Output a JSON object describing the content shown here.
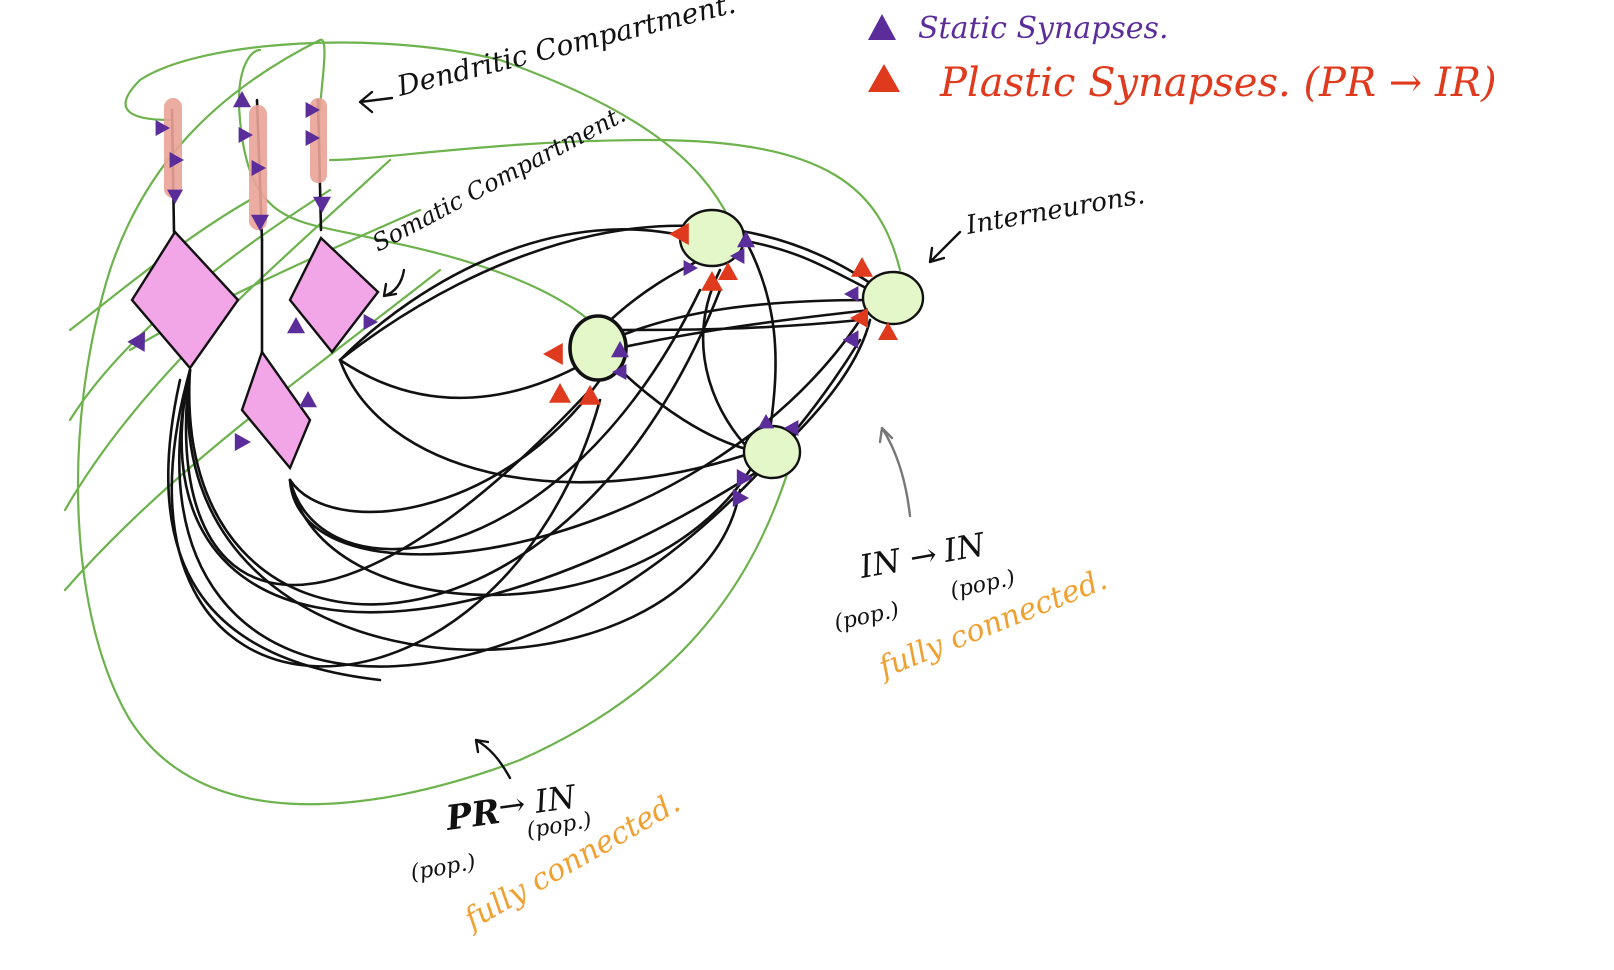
{
  "legend": {
    "static_label": "Static Synapses.",
    "plastic_label": "Plastic Synapses. (PR → IR)",
    "static_color": "#5b2d9a",
    "plastic_color": "#e03a1e"
  },
  "annotations": {
    "dendritic": "Dendritic Compartment.",
    "somatic": "Somatic Compartment.",
    "interneurons": "Interneurons.",
    "pr_in_from": "PR",
    "pr_in_arrow": "→ IN",
    "pr_in_pop_left": "(pop.)",
    "pr_in_pop_right": "(pop.)",
    "pr_in_note": "fully connected.",
    "in_in_from": "IN →",
    "in_in_to": "IN",
    "in_in_pop_left": "(pop.)",
    "in_in_pop_right": "(pop.)",
    "in_in_note": "fully connected."
  },
  "colors": {
    "pyramidal_soma": "#f2a6e8",
    "dendrite": "#eaa397",
    "interneuron": "#e3f7c8",
    "green_wire": "#6db24c",
    "note": "#f0a030"
  }
}
